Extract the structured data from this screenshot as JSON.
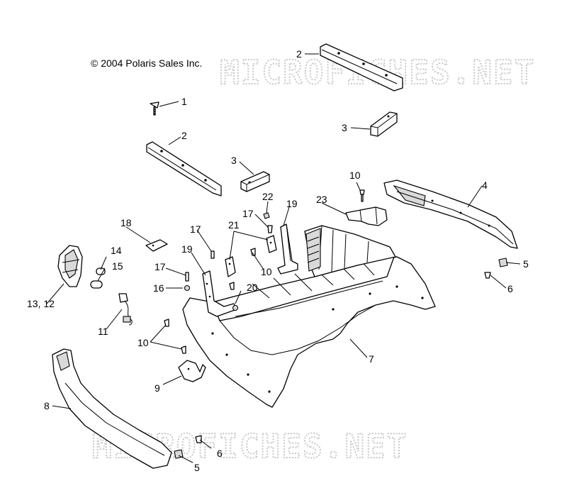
{
  "copyright": "© 2004 Polaris Sales Inc.",
  "watermark": "MICROFICHES.NET",
  "callouts": {
    "c1": "1",
    "c2a": "2",
    "c2b": "2",
    "c3a": "3",
    "c3b": "3",
    "c4": "4",
    "c5a": "5",
    "c5b": "5",
    "c6a": "6",
    "c6b": "6",
    "c7": "7",
    "c8": "8",
    "c9": "9",
    "c10a": "10",
    "c10b": "10",
    "c10c": "10",
    "c11": "11",
    "c1312": "13, 12",
    "c14": "14",
    "c15": "15",
    "c16": "16",
    "c17a": "17",
    "c17b": "17",
    "c17c": "17",
    "c18": "18",
    "c19a": "19",
    "c19b": "19",
    "c20": "20",
    "c21": "21",
    "c22": "22",
    "c23": "23"
  }
}
